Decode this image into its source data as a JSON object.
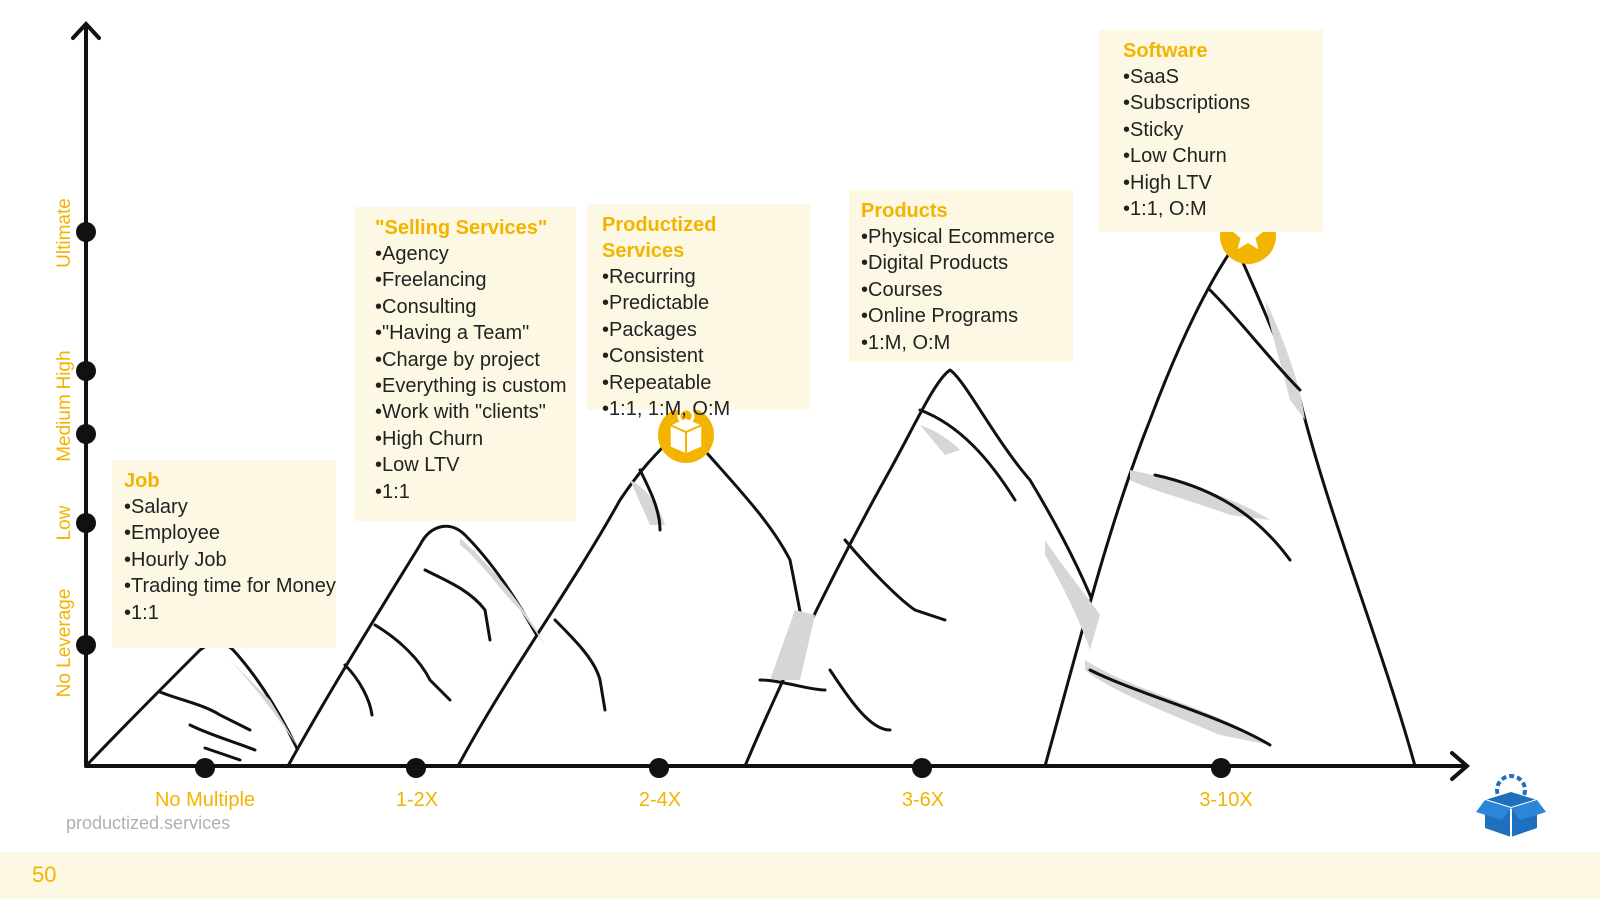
{
  "y_axis_labels": [
    "No Leverage",
    "Low",
    "Medium",
    "High",
    "Ultimate"
  ],
  "x_axis_labels": [
    "No Multiple",
    "1-2X",
    "2-4X",
    "3-6X",
    "3-10X"
  ],
  "boxes": [
    {
      "title": "Job",
      "items": [
        "Salary",
        "Employee",
        "Hourly Job",
        "Trading time for Money",
        "1:1"
      ]
    },
    {
      "title": "\"Selling Services\"",
      "items": [
        "Agency",
        "Freelancing",
        "Consulting",
        "\"Having a Team\"",
        "Charge by project",
        "Everything is custom",
        "Work with \"clients\"",
        "High Churn",
        "Low LTV",
        "1:1"
      ]
    },
    {
      "title": "Productized Services",
      "items": [
        "Recurring",
        "Predictable",
        "Packages",
        "Consistent",
        "Repeatable",
        "1:1, 1:M, O:M"
      ]
    },
    {
      "title": "Products",
      "items": [
        "Physical Ecommerce",
        "Digital Products",
        "Courses",
        "Online Programs",
        "1:M, O:M"
      ]
    },
    {
      "title": "Software",
      "items": [
        "SaaS",
        "Subscriptions",
        "Sticky",
        "Low Churn",
        "High LTV",
        "1:1, O:M"
      ]
    }
  ],
  "footer": {
    "brand": "productized.services",
    "page_number": "50"
  },
  "colors": {
    "accent": "#f3b400",
    "box_bg": "#fdf8e3",
    "logo_blue": "#1f6fbf"
  },
  "icons": [
    "box-gear-icon",
    "star-icon",
    "productized-logo-icon"
  ]
}
